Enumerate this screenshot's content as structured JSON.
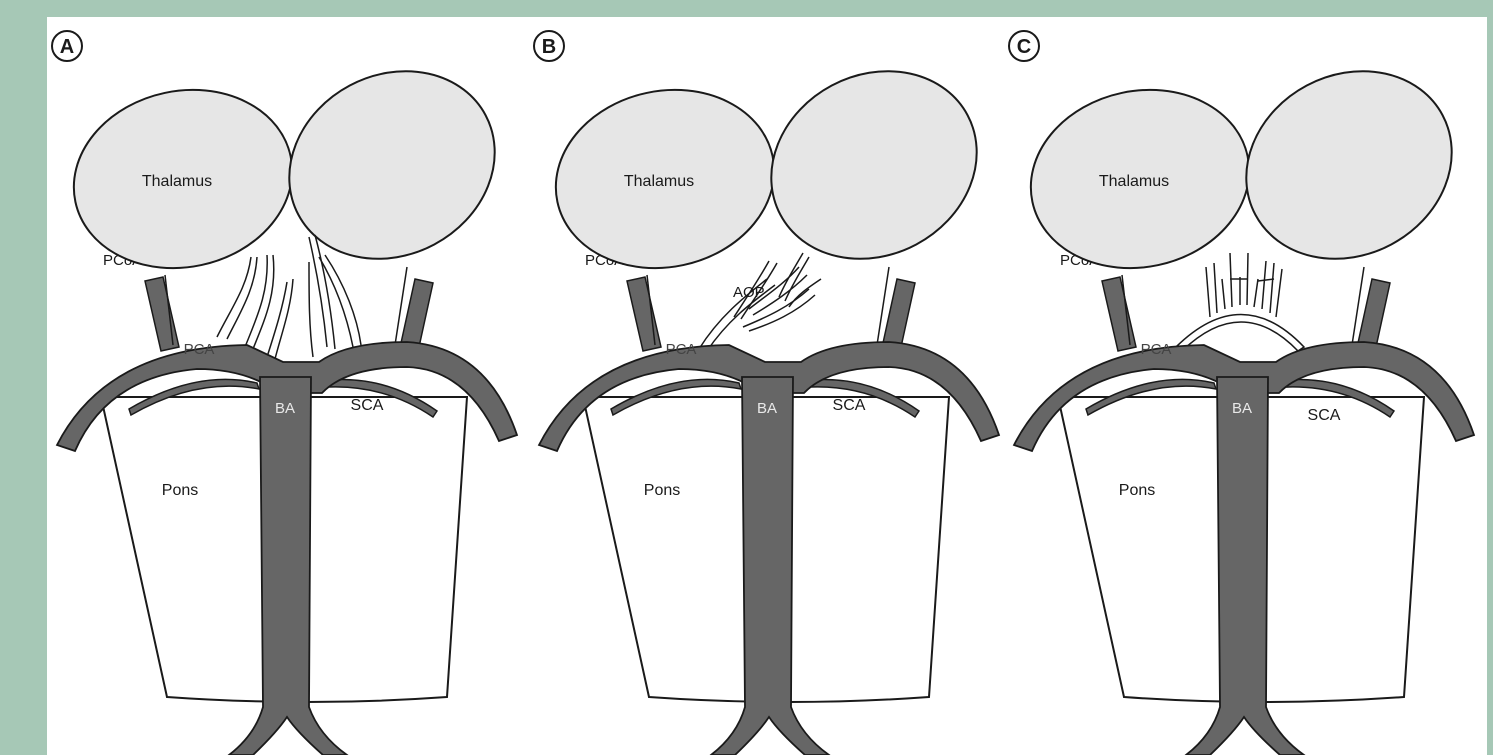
{
  "panels": [
    {
      "letter": "A",
      "labels": {
        "thalamus": "Thalamus",
        "pcoa": "PCoA",
        "pca": "PCA",
        "ba": "BA",
        "sca": "SCA",
        "pons": "Pons"
      }
    },
    {
      "letter": "B",
      "labels": {
        "thalamus": "Thalamus",
        "pcoa": "PCoA",
        "aop": "AOP",
        "pca": "PCA",
        "ba": "BA",
        "sca": "SCA",
        "pons": "Pons"
      }
    },
    {
      "letter": "C",
      "labels": {
        "thalamus": "Thalamus",
        "pcoa": "PCoA",
        "pca": "PCA",
        "ba": "BA",
        "sca": "SCA",
        "pons": "Pons"
      }
    }
  ],
  "colors": {
    "background": "#a6c8b6",
    "sheet": "#ffffff",
    "thalamus_fill": "#e6e6e6",
    "artery_fill": "#666666",
    "outline": "#1a1a1a"
  }
}
